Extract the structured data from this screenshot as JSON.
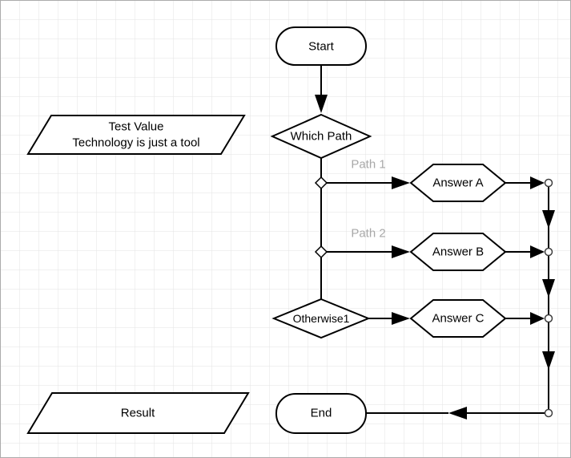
{
  "diagram": {
    "nodes": {
      "start": {
        "label": "Start",
        "shape": "terminator"
      },
      "which_path": {
        "label": "Which Path",
        "shape": "decision"
      },
      "test_value": {
        "line1": "Test Value",
        "line2": "Technology is just a tool",
        "shape": "data"
      },
      "answer_a": {
        "label": "Answer A",
        "shape": "hexagon"
      },
      "answer_b": {
        "label": "Answer B",
        "shape": "hexagon"
      },
      "answer_c": {
        "label": "Answer C",
        "shape": "hexagon"
      },
      "otherwise": {
        "label": "Otherwise1",
        "shape": "decision"
      },
      "end": {
        "label": "End",
        "shape": "terminator"
      },
      "result": {
        "label": "Result",
        "shape": "data"
      }
    },
    "edge_labels": {
      "path1": "Path 1",
      "path2": "Path 2"
    },
    "colors": {
      "shape_fill": "#ffffff",
      "stroke": "#000000",
      "edge_label": "#a8a8a8",
      "grid": "#e3e3e3",
      "canvas_border": "#ababab"
    }
  }
}
